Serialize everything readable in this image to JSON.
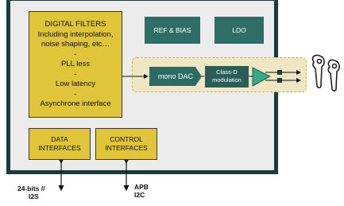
{
  "filters": {
    "lines": [
      "DIGITAL FILTERS",
      "Including interpolation,",
      "noise shaping, etc…",
      "-",
      "PLL less",
      "-",
      "Low latency",
      "-",
      "Asynchrone interface"
    ]
  },
  "ref_bias": "REF & BIAS",
  "ldo": "LDO",
  "mono_dac": "mono DAC",
  "class_d": [
    "Class-D",
    "modulation"
  ],
  "data_interfaces": [
    "DATA",
    "INTERFACES"
  ],
  "control_interfaces": [
    "CONTROL",
    "INTERFACES"
  ],
  "io_left": [
    "24-bits //",
    "I2S"
  ],
  "io_right": [
    "APB",
    "I2C"
  ],
  "colors": {
    "chip_border": "#1b3b3b",
    "block_yellow": "#e0c43a",
    "teal": "#2f6e66",
    "amp_green": "#3aa88a"
  },
  "icons": [
    "earbuds-icon",
    "amplifier-triangle-icon"
  ]
}
